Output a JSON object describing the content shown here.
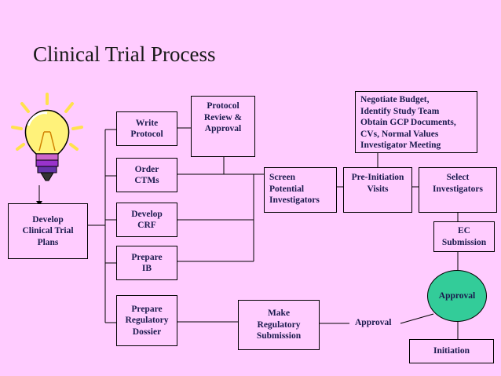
{
  "title": "Clinical Trial Process",
  "boxes": {
    "develop_plans": "Develop\nClinical Trial\nPlans",
    "write_protocol": "Write\nProtocol",
    "protocol_review": "Protocol\nReview &\nApproval",
    "order_ctms": "Order\nCTMs",
    "develop_crf": "Develop\nCRF",
    "prepare_ib": "Prepare\nIB",
    "prepare_dossier": "Prepare\nRegulatory\nDossier",
    "make_submission": "Make\nRegulatory\nSubmission",
    "screen_investigators": "Screen\nPotential\nInvestigators",
    "pre_initiation": "Pre-Initiation\nVisits",
    "select_investigators": "Select\nInvestigators",
    "negotiate": "Negotiate Budget,\nIdentify Study Team\nObtain GCP Documents,\nCVs, Normal Values\nInvestigator Meeting",
    "ec_submission": "EC\nSubmission",
    "initiation": "Initiation"
  },
  "approval_circle": "Approval",
  "approval_label": "Approval",
  "icon": "lightbulb-icon",
  "colors": {
    "background": "#ffccff",
    "approval_circle": "#33cc99",
    "text": "#1a1a4d"
  }
}
